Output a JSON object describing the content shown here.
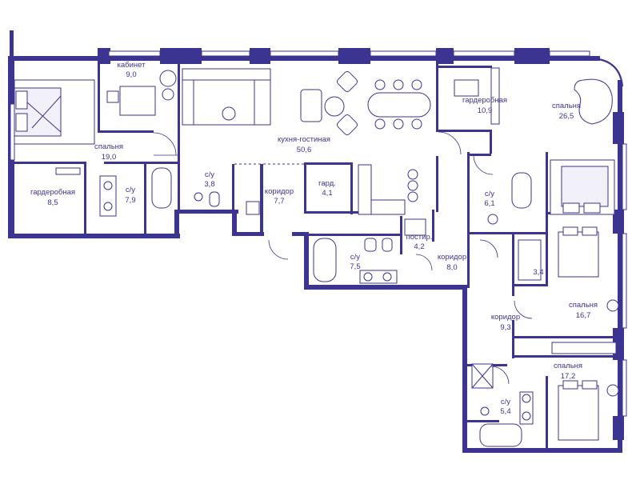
{
  "colors": {
    "wall": "#3b3490",
    "background": "#ffffff"
  },
  "rooms": [
    {
      "id": "kabinet",
      "name": "кабинет",
      "area": "9,0"
    },
    {
      "id": "bedroom1",
      "name": "спальня",
      "area": "19,0"
    },
    {
      "id": "wardrobe1",
      "name": "гардеробная",
      "area": "8,5"
    },
    {
      "id": "bath1",
      "name": "с/у",
      "area": "7,9"
    },
    {
      "id": "bath2",
      "name": "с/у",
      "area": "3,8"
    },
    {
      "id": "corridor1",
      "name": "коридор",
      "area": "7,7"
    },
    {
      "id": "kitchen",
      "name": "кухня-гостиная",
      "area": "50,6"
    },
    {
      "id": "gard",
      "name": "гард.",
      "area": "4,1"
    },
    {
      "id": "bath3",
      "name": "с/у",
      "area": "7,5"
    },
    {
      "id": "postir",
      "name": "постир.",
      "area": "4,2"
    },
    {
      "id": "corridor2",
      "name": "коридор",
      "area": "8,0"
    },
    {
      "id": "wardrobe2",
      "name": "гардеробная",
      "area": "10,9"
    },
    {
      "id": "bedroom2",
      "name": "спальня",
      "area": "26,5"
    },
    {
      "id": "bath4",
      "name": "с/у",
      "area": "6,1"
    },
    {
      "id": "storage",
      "name": "",
      "area": "3,4"
    },
    {
      "id": "bedroom3",
      "name": "спальня",
      "area": "16,7"
    },
    {
      "id": "corridor3",
      "name": "коридор",
      "area": "9,3"
    },
    {
      "id": "bedroom4",
      "name": "спальня",
      "area": "17,2"
    },
    {
      "id": "bath5",
      "name": "с/у",
      "area": "5,4"
    }
  ]
}
